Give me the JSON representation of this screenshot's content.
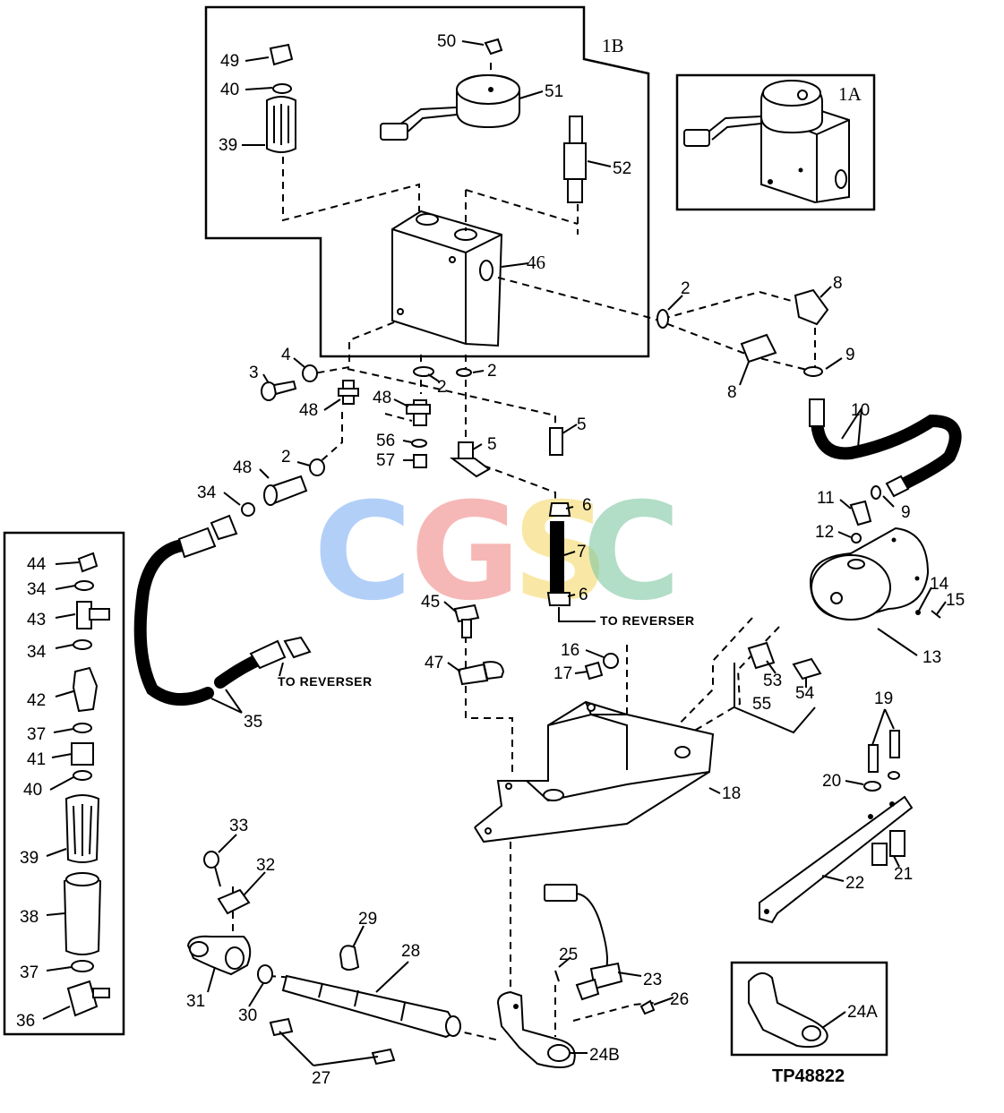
{
  "figure_id": "TP48822",
  "section_labels": {
    "1A": "1A",
    "1B": "1B"
  },
  "captions": {
    "to_reverser_1": "TO REVERSER",
    "to_reverser_2": "TO REVERSER"
  },
  "watermark": {
    "letters": [
      "C",
      "G",
      "S",
      "C"
    ],
    "colors": [
      "#7fb0f5",
      "#f08a86",
      "#f6d96b",
      "#7fc7a3"
    ]
  },
  "callouts": [
    "49",
    "40",
    "39",
    "50",
    "51",
    "52",
    "46",
    "2",
    "8",
    "9",
    "8",
    "4",
    "3",
    "2",
    "2",
    "48",
    "48",
    "5",
    "56",
    "57",
    "5",
    "2",
    "10",
    "11",
    "9",
    "12",
    "34",
    "48",
    "44",
    "34",
    "43",
    "34",
    "42",
    "37",
    "41",
    "40",
    "39",
    "38",
    "37",
    "36",
    "6",
    "7",
    "6",
    "45",
    "47",
    "16",
    "17",
    "35",
    "13",
    "14",
    "15",
    "53",
    "54",
    "55",
    "19",
    "20",
    "21",
    "22",
    "18",
    "33",
    "32",
    "31",
    "30",
    "29",
    "28",
    "27",
    "25",
    "23",
    "26",
    "24B",
    "24A"
  ]
}
